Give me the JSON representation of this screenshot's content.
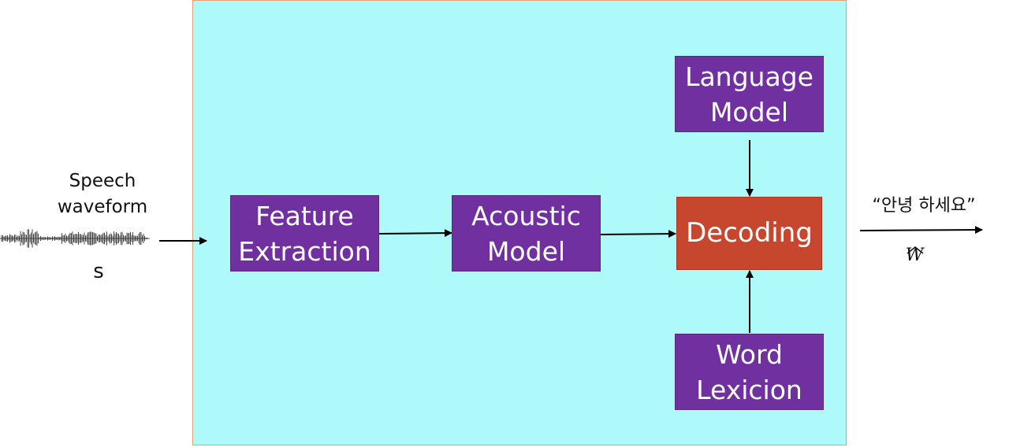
{
  "input": {
    "label": "Speech\nwaveform",
    "signal": "s"
  },
  "blocks": {
    "feature_extraction": "Feature\nExtraction",
    "acoustic_model": "Acoustic\nModel",
    "language_model": "Language\nModel",
    "decoding": "Decoding",
    "word_lexicon": "Word\nLexicion"
  },
  "output": {
    "text": "“안녕 하세요”",
    "symbol": "W"
  },
  "colors": {
    "panel": "#aefafa",
    "block": "#7030a0",
    "decoding": "#c7472e",
    "arrow": "#000000"
  }
}
